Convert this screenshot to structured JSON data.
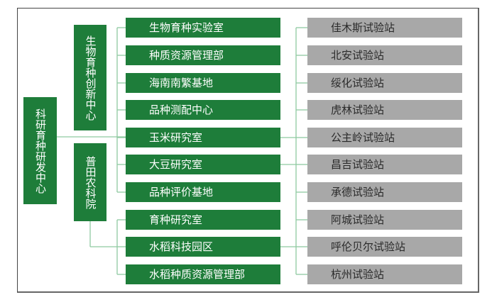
{
  "colors": {
    "green": "#1e7d3a",
    "gray": "#a8a8a8",
    "line": "#8fc9a0"
  },
  "root": "科研育种研发中心",
  "groups": [
    "生物育种创新中心",
    "普田农科院"
  ],
  "departments": [
    "生物育种实验室",
    "种质资源管理部",
    "海南南繁基地",
    "品种测配中心",
    "玉米研究室",
    "大豆研究室",
    "品种评价基地",
    "育种研究室",
    "水稻科技园区",
    "水稻种质资源管理部"
  ],
  "stations": [
    "佳木斯试验站",
    "北安试验站",
    "绥化试验站",
    "虎林试验站",
    "公主岭试验站",
    "昌吉试验站",
    "承德试验站",
    "阿城试验站",
    "呼伦贝尔试验站",
    "杭州试验站"
  ]
}
